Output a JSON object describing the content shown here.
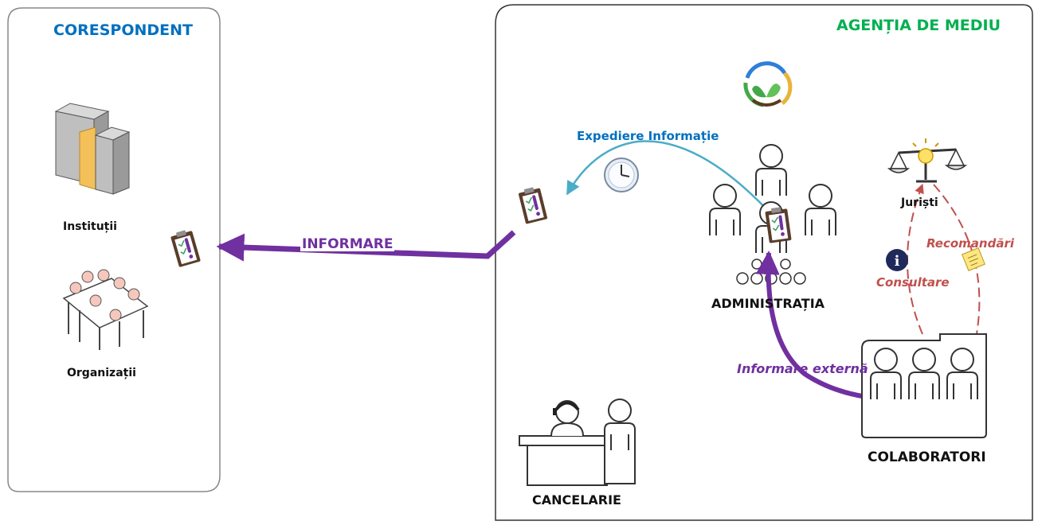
{
  "colors": {
    "purple": "#7030A0",
    "blue": "#0070C0",
    "green": "#00B050",
    "teal": "#4BACC6",
    "red": "#C0504D",
    "border": "#555555"
  },
  "panels": {
    "left_title": "CORESPONDENT",
    "right_title": "AGENȚIA DE MEDIU"
  },
  "nodes": {
    "institutii": "Instituții",
    "organizatii": "Organizații",
    "administratia": "ADMINISTRAȚIA",
    "juristi": "Juriști",
    "colaboratori": "COLABORATORI",
    "cancelarie": "CANCELARIE"
  },
  "flows": {
    "informare": "INFORMARE",
    "expediere": "Expediere Informație",
    "consultare": "Consultare",
    "recomandari": "Recomandări",
    "informare_externa": "Informare externă"
  },
  "icons": {
    "info": "i"
  }
}
